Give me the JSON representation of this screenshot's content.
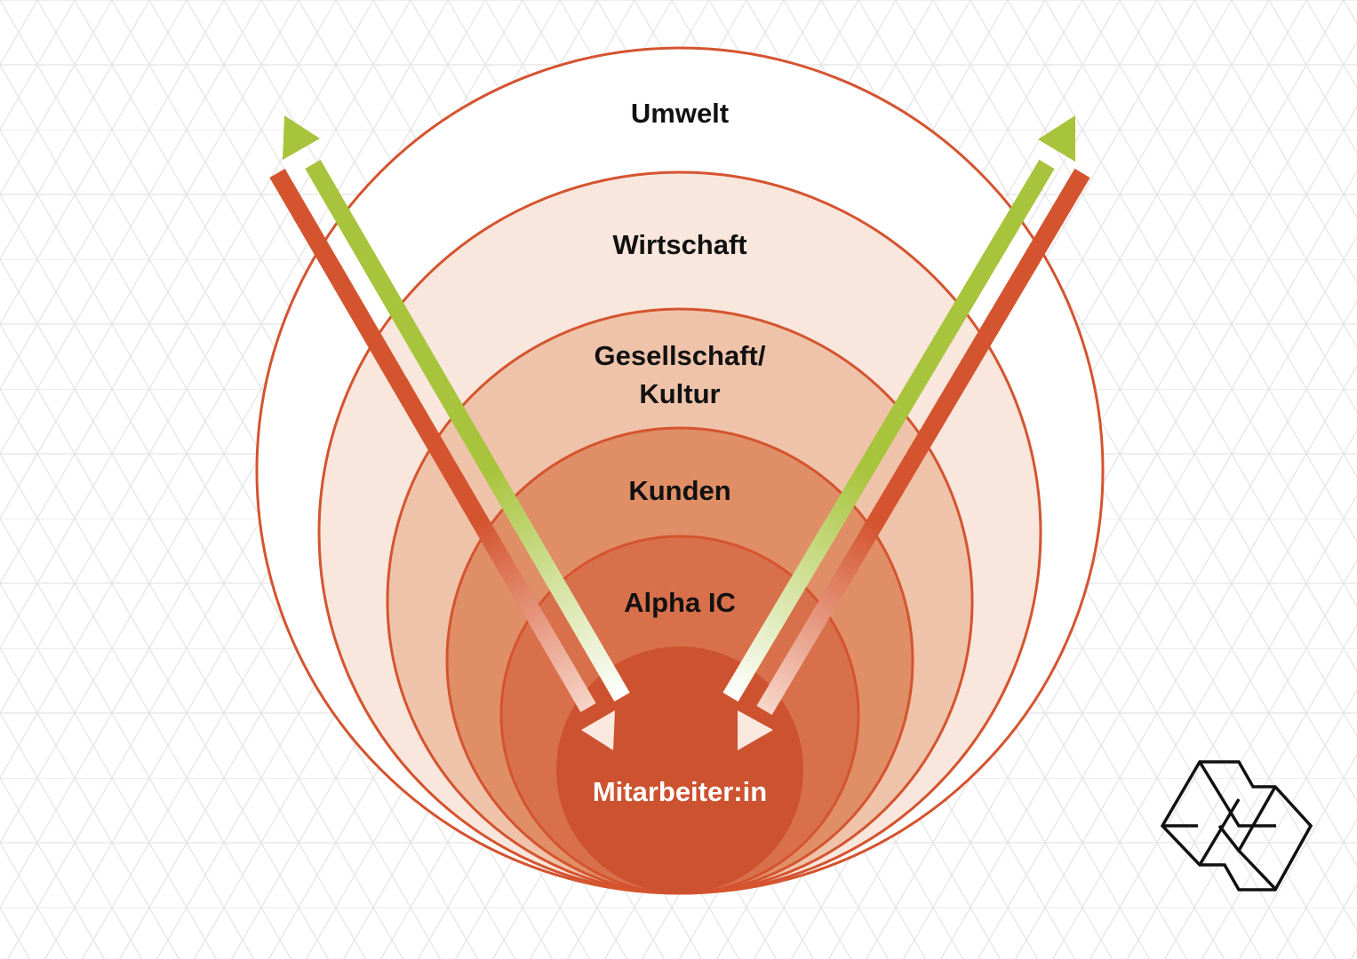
{
  "diagram": {
    "rings": [
      {
        "label": "Umwelt",
        "fill": "#ffffff"
      },
      {
        "label": "Wirtschaft",
        "fill": "#f9e6dc"
      },
      {
        "label_lines": [
          "Gesellschaft/",
          "Kultur"
        ],
        "fill": "#efc3a9"
      },
      {
        "label": "Kunden",
        "fill": "#df8e66"
      },
      {
        "label": "Alpha IC",
        "fill": "#d8704b"
      },
      {
        "label": "Mitarbeiter:in",
        "fill": "#cd522f"
      }
    ],
    "ring_stroke": "#d4542f"
  },
  "colors": {
    "outward_arrow": "#a8c43c",
    "inward_arrow": "#d4542f",
    "grid_line": "#e3e3e3"
  },
  "logo": {
    "icon": "alpha-ic-hexagon-logo-icon",
    "stroke": "#111111"
  }
}
